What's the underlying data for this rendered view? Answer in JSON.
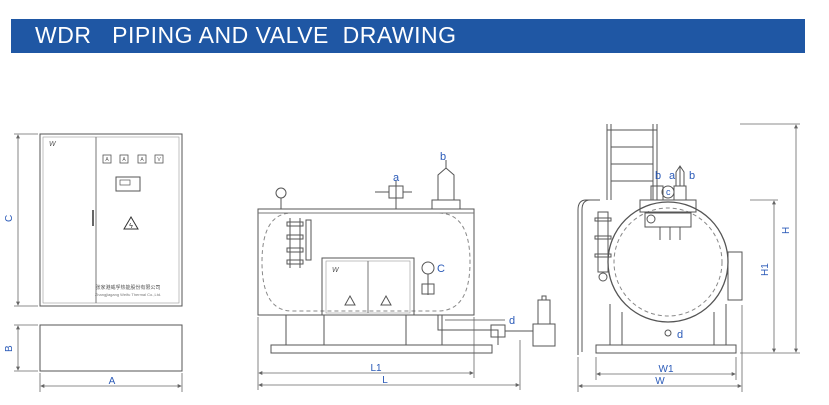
{
  "header": {
    "title": "WDR   PIPING AND VALVE  DRAWING",
    "bar_color": "#1f57a4"
  },
  "cabinet_view": {
    "brand_mark": "W",
    "meter_labels": [
      "A",
      "A",
      "A",
      "V"
    ],
    "cn_name": "张家港威孚热能股份有限公司",
    "en_name": "Zhangjiagang Weifu Thermal Co.,Ltd.",
    "dim_c": "C",
    "dim_b": "B",
    "dim_a": "A",
    "warning_icon": "high-voltage-warning-icon"
  },
  "side_view": {
    "valve_a": "a",
    "valve_b": "b",
    "valve_c": "C",
    "valve_d": "d",
    "dim_l1": "L1",
    "dim_l": "L",
    "brand_mark": "W"
  },
  "front_view": {
    "valve_b_left": "b",
    "valve_a": "a",
    "valve_b_right": "b",
    "valve_c": "c",
    "valve_d": "d",
    "dim_h": "H",
    "dim_h1": "H1",
    "dim_w1": "W1",
    "dim_w": "W"
  },
  "colors": {
    "line": "#555555",
    "label_blue": "#2a5ab8",
    "dim": "#666666"
  }
}
